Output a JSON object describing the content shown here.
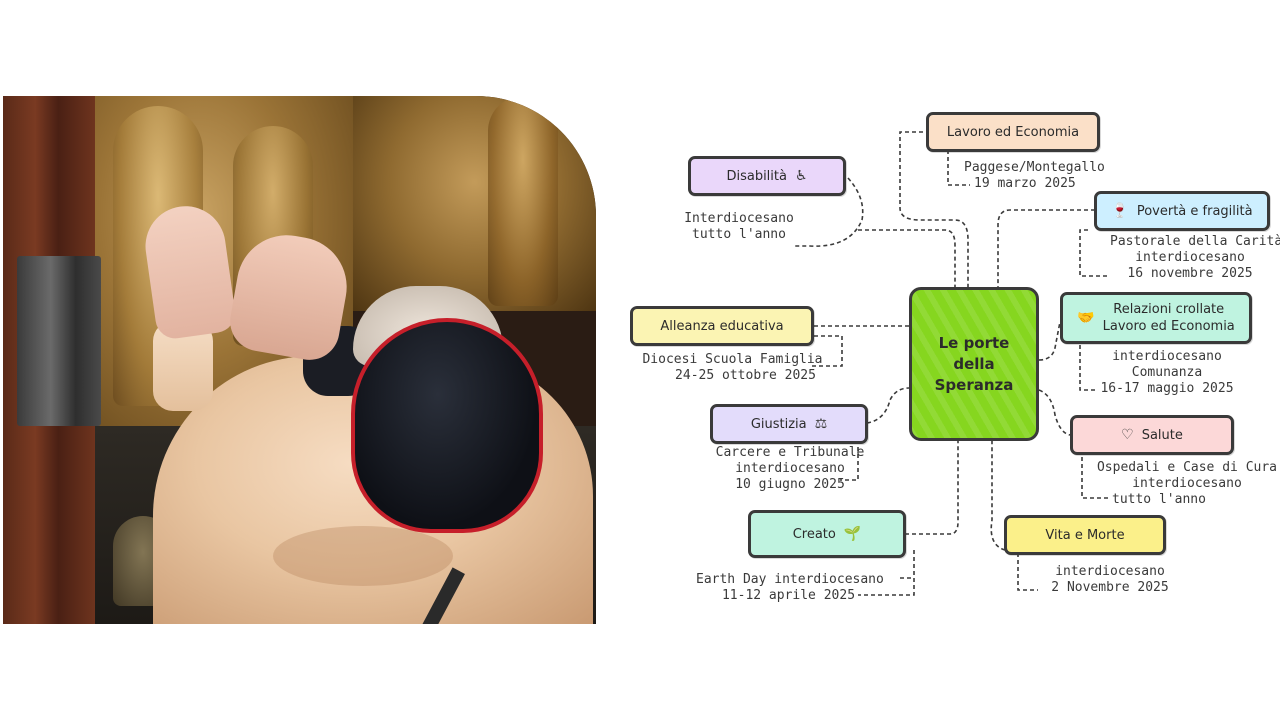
{
  "photo": {
    "description_icon": "photo"
  },
  "mindmap": {
    "center": {
      "line1": "Le porte",
      "line2": "della",
      "line3": "Speranza",
      "color": "#86d61f"
    },
    "nodes": {
      "lavoro": {
        "label": "Lavoro ed Economia",
        "color": "#fbe0c8",
        "notes": [
          "Paggese/Montegallo",
          "19 marzo 2025"
        ]
      },
      "disabilita": {
        "label": "Disabilità",
        "icon": "wheelchair-icon",
        "color": "#ead7fa",
        "notes": [
          "Interdiocesano",
          "tutto l'anno"
        ]
      },
      "poverta": {
        "label": "Povertà e fragilità",
        "icon": "glass-icon",
        "color": "#cdefff",
        "notes": [
          "Pastorale della Carità",
          "interdiocesano",
          "16 novembre 2025"
        ]
      },
      "alleanza": {
        "label": "Alleanza educativa",
        "color": "#fbf4b3",
        "notes": [
          "Diocesi Scuola Famiglia",
          "24-25 ottobre 2025"
        ]
      },
      "relazioni": {
        "label1": "Relazioni crollate",
        "label2": "Lavoro ed Economia",
        "icon": "handshake-icon",
        "color": "#bff3e0",
        "notes": [
          "interdiocesano",
          "Comunanza",
          "16-17 maggio 2025"
        ]
      },
      "giustizia": {
        "label": "Giustizia",
        "icon": "gavel-icon",
        "color": "#e3dcfb",
        "notes": [
          "Carcere e Tribunale",
          "interdiocesano",
          "10 giugno 2025"
        ]
      },
      "salute": {
        "label": "Salute",
        "icon": "heartbeat-icon",
        "color": "#fcd8d8",
        "notes": [
          "Ospedali e Case di Cura",
          "interdiocesano",
          "tutto l'anno"
        ]
      },
      "creato": {
        "label": "Creato",
        "icon": "plant-icon",
        "color": "#bff3e0",
        "notes": [
          "Earth Day interdiocesano",
          "11-12 aprile 2025"
        ]
      },
      "vita": {
        "label": "Vita e Morte",
        "color": "#fbf08a",
        "notes": [
          "interdiocesano",
          "2 Novembre 2025"
        ]
      }
    },
    "icons": {
      "wheelchair": "♿",
      "glass": "🍷",
      "handshake": "🤝",
      "gavel": "⚖",
      "heartbeat": "♡",
      "plant": "🌱"
    }
  }
}
